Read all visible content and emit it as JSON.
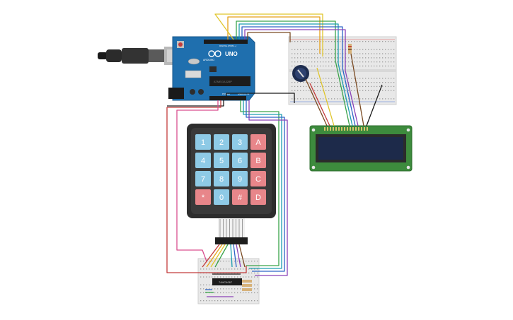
{
  "arduino": {
    "brand": "ARDUINO",
    "model": "UNO",
    "digital_label": "DIGITAL (PWM ~)",
    "power_label": "POWER",
    "analog_label": "ANALOG IN",
    "chip_label": "ATMEGA328P"
  },
  "keypad": {
    "keys": [
      [
        "1",
        "2",
        "3",
        "A"
      ],
      [
        "4",
        "5",
        "6",
        "B"
      ],
      [
        "7",
        "8",
        "9",
        "C"
      ],
      [
        "*",
        "0",
        "#",
        "D"
      ]
    ]
  },
  "ic": {
    "label": "74HC4067"
  },
  "colors": {
    "arduino_board": "#1f6fae",
    "keypad_body": "#2d2d2d",
    "key_number": "#8ecae6",
    "key_letter": "#e8868a",
    "lcd_pcb": "#3d8b3d",
    "lcd_screen": "#1d2a4a",
    "breadboard": "#e8e8e8"
  },
  "icons": [
    "usb-cable-icon",
    "potentiometer-icon",
    "resistor-icon"
  ]
}
